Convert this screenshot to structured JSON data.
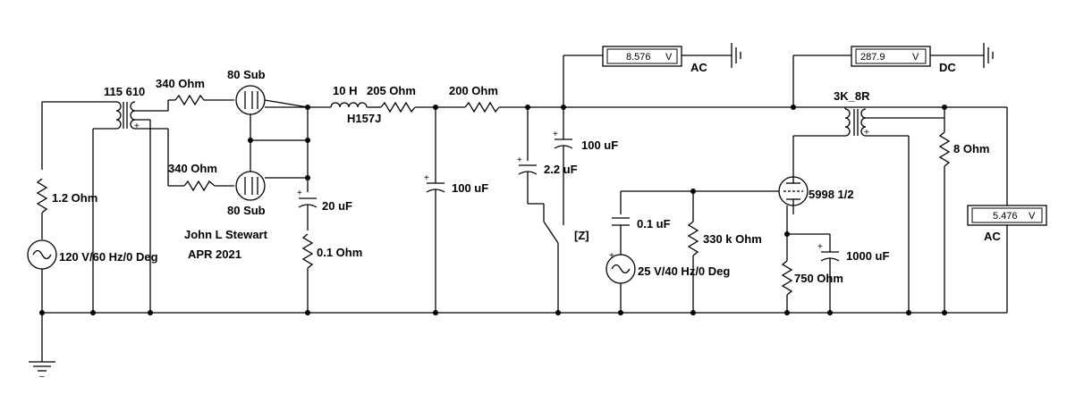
{
  "labels": {
    "transformer_ratio": "115 610",
    "r_primary": "340  Ohm",
    "r_secondary": "340  Ohm",
    "tube_top": "80 Sub",
    "tube_bottom": "80 Sub",
    "inductor": "10 H",
    "inductor_part": "H157J",
    "r_choke": "205  Ohm",
    "r_filter": "200  Ohm",
    "c_first": "20 uF",
    "r_cap": "0.1  Ohm",
    "c_second": "100 uF",
    "c_third": "100 uF",
    "c_switch": "2.2 uF",
    "switch_key": "[Z]",
    "r_source": "1.2  Ohm",
    "source_main": "120 V/60 Hz/0 Deg",
    "author": "John L Stewart",
    "date": "APR 2021",
    "c_coupling": "0.1 uF",
    "r_grid": "330 k Ohm",
    "source_signal": "25 V/40 Hz/0 Deg",
    "tube_output": "5998 1/2",
    "r_cathode": "750  Ohm",
    "c_cathode": "1000 uF",
    "output_transformer": "3K_8R",
    "r_load": "8  Ohm"
  },
  "meters": {
    "m1": {
      "value": "8.576",
      "unit": "V",
      "mode": "AC"
    },
    "m2": {
      "value": "287.9",
      "unit": "V",
      "mode": "DC"
    },
    "m3": {
      "value": "5.476",
      "unit": "V",
      "mode": "AC"
    }
  },
  "symbols": {
    "plus": "+",
    "minus": "–"
  }
}
